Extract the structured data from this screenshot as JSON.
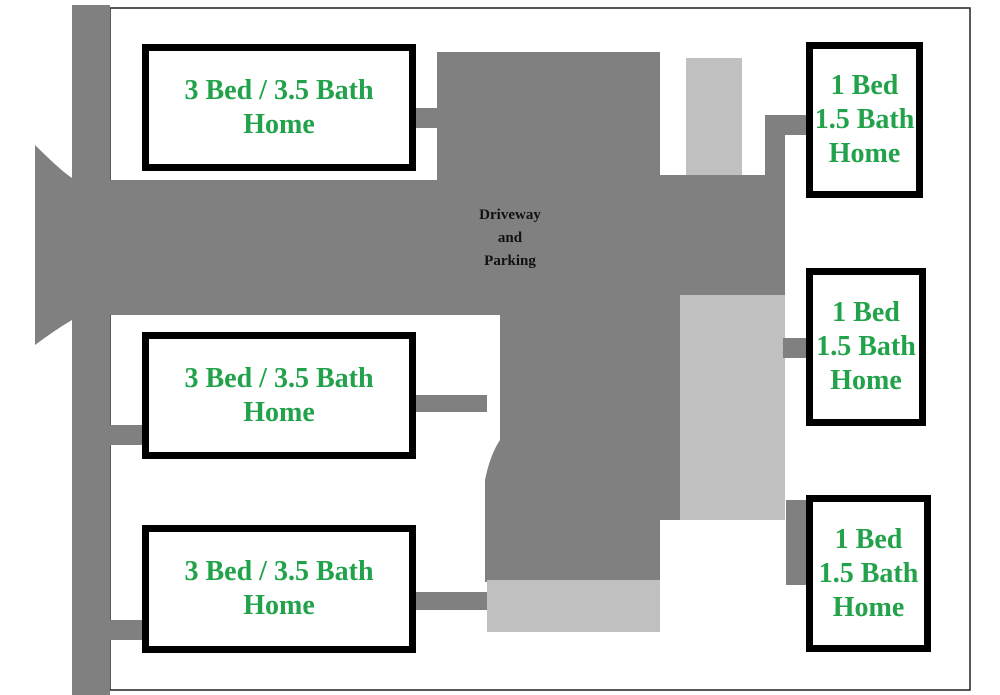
{
  "colors": {
    "pavement": "#808080",
    "parking": "#c0c0c0",
    "label": "#22a24a",
    "outline": "#000000"
  },
  "driveway": {
    "lines": [
      "Driveway",
      "and",
      "Parking"
    ]
  },
  "homes": [
    {
      "lines": [
        "3 Bed / 3.5 Bath",
        "Home"
      ]
    },
    {
      "lines": [
        "3 Bed / 3.5 Bath",
        "Home"
      ]
    },
    {
      "lines": [
        "3 Bed / 3.5 Bath",
        "Home"
      ]
    },
    {
      "lines": [
        "1 Bed",
        "1.5 Bath",
        "Home"
      ]
    },
    {
      "lines": [
        "1 Bed",
        "1.5 Bath",
        "Home"
      ]
    },
    {
      "lines": [
        "1 Bed",
        "1.5 Bath",
        "Home"
      ]
    }
  ]
}
